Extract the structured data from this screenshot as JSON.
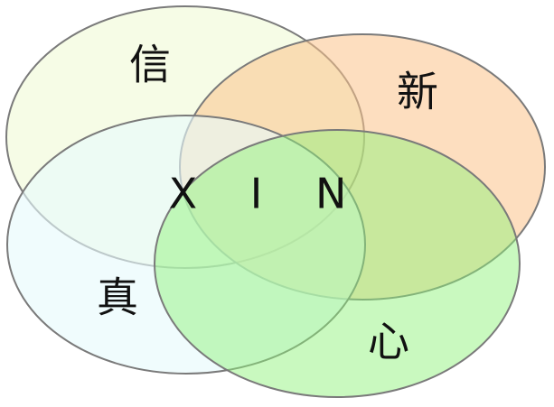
{
  "diagram": {
    "type": "venn",
    "sets": [
      {
        "id": "xin-trust",
        "label": "信",
        "fill": "#f4fbdf",
        "opacity": 0.78
      },
      {
        "id": "xin-new",
        "label": "新",
        "fill": "#fbc28a",
        "opacity": 0.55
      },
      {
        "id": "zhen-true",
        "label": "真",
        "fill": "#e6fafb",
        "opacity": 0.62
      },
      {
        "id": "xin-heart",
        "label": "心",
        "fill": "#8ef27a",
        "opacity": 0.48
      }
    ],
    "center_label": "X I N",
    "stroke_color": "#7a7a7a"
  }
}
